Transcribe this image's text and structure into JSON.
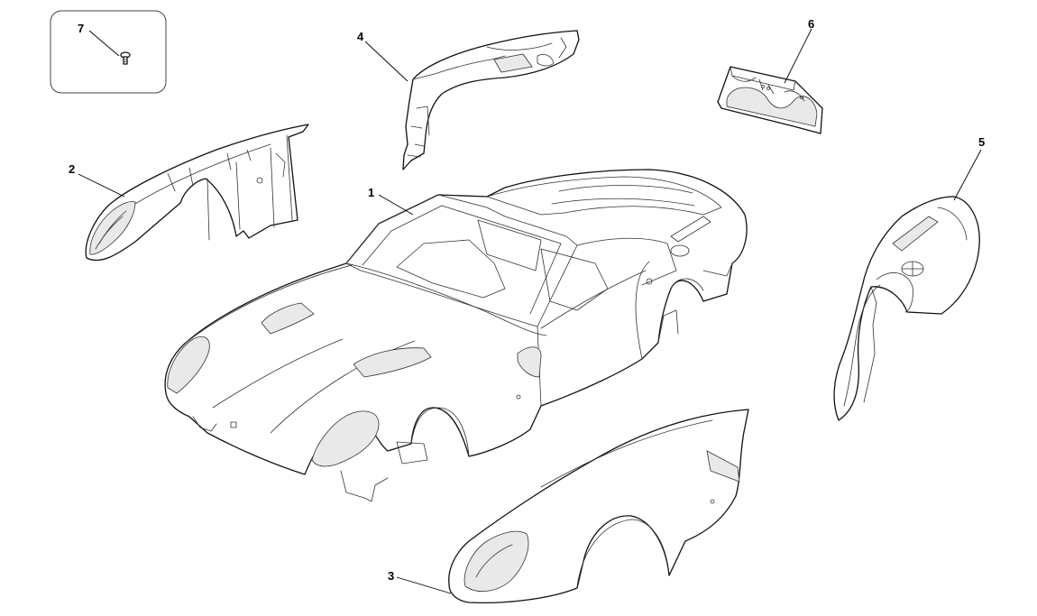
{
  "callouts": [
    {
      "number": "1",
      "part": "body-shell"
    },
    {
      "number": "2",
      "part": "front-inner-wheelhouse"
    },
    {
      "number": "3",
      "part": "front-fender"
    },
    {
      "number": "4",
      "part": "rear-inner-wheelhouse"
    },
    {
      "number": "5",
      "part": "rear-fender"
    },
    {
      "number": "6",
      "part": "panel"
    },
    {
      "number": "7",
      "part": "screw"
    }
  ],
  "colors": {
    "line": "#111111",
    "background": "#ffffff",
    "shade": "#e9e9e9"
  }
}
